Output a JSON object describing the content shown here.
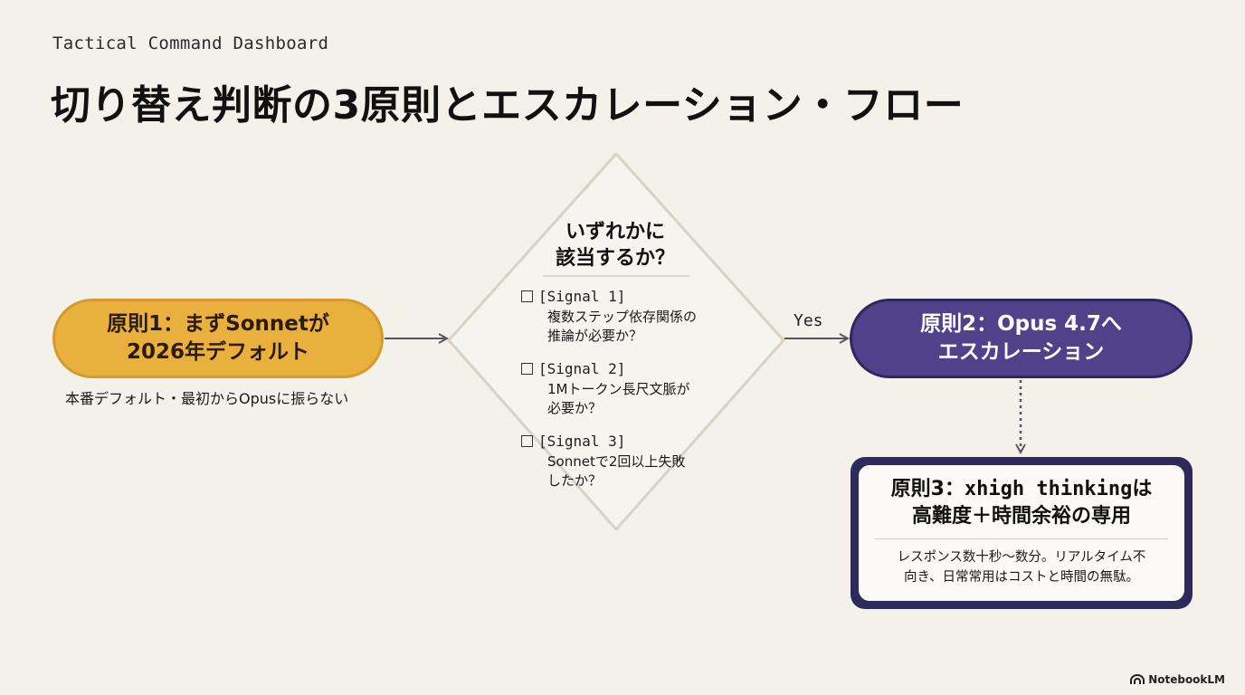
{
  "header": {
    "kicker": "Tactical Command Dashboard",
    "title": "切り替え判断の3原則とエスカレーション・フロー"
  },
  "principle1": {
    "line1": "原則1：まずSonnetが",
    "line2": "2026年デフォルト",
    "note": "本番デフォルト・最初からOpusに振らない"
  },
  "decision": {
    "line1": "いずれかに",
    "line2": "該当するか？",
    "signals": [
      {
        "tag": "[Signal 1]",
        "line1": "複数ステップ依存関係の",
        "line2": "推論が必要か？"
      },
      {
        "tag": "[Signal 2]",
        "line1": "1Mトークン長尺文脈が",
        "line2": "必要か？"
      },
      {
        "tag": "[Signal 3]",
        "line1": "Sonnetで2回以上失敗",
        "line2": "したか？"
      }
    ]
  },
  "edge_yes": "Yes",
  "principle2": {
    "line1": "原則2：Opus 4.7へ",
    "line2": "エスカレーション"
  },
  "principle3": {
    "title_prefix": "原則3：",
    "title_mono": "xhigh thinking",
    "title_suffix": "は",
    "title_line2": "高難度＋時間余裕の専用",
    "body_line1": "レスポンス数十秒〜数分。リアルタイム不",
    "body_line2": "向き、日常常用はコストと時間の無駄。"
  },
  "brand": "NotebookLM",
  "colors": {
    "background": "#f3f1ea",
    "principle1_fill": "#eab03e",
    "principle2_fill": "#4f418a",
    "principle3_frame": "#2f2a5c",
    "arrow": "#55555e",
    "diamond_stroke": "#d8d2c4"
  }
}
